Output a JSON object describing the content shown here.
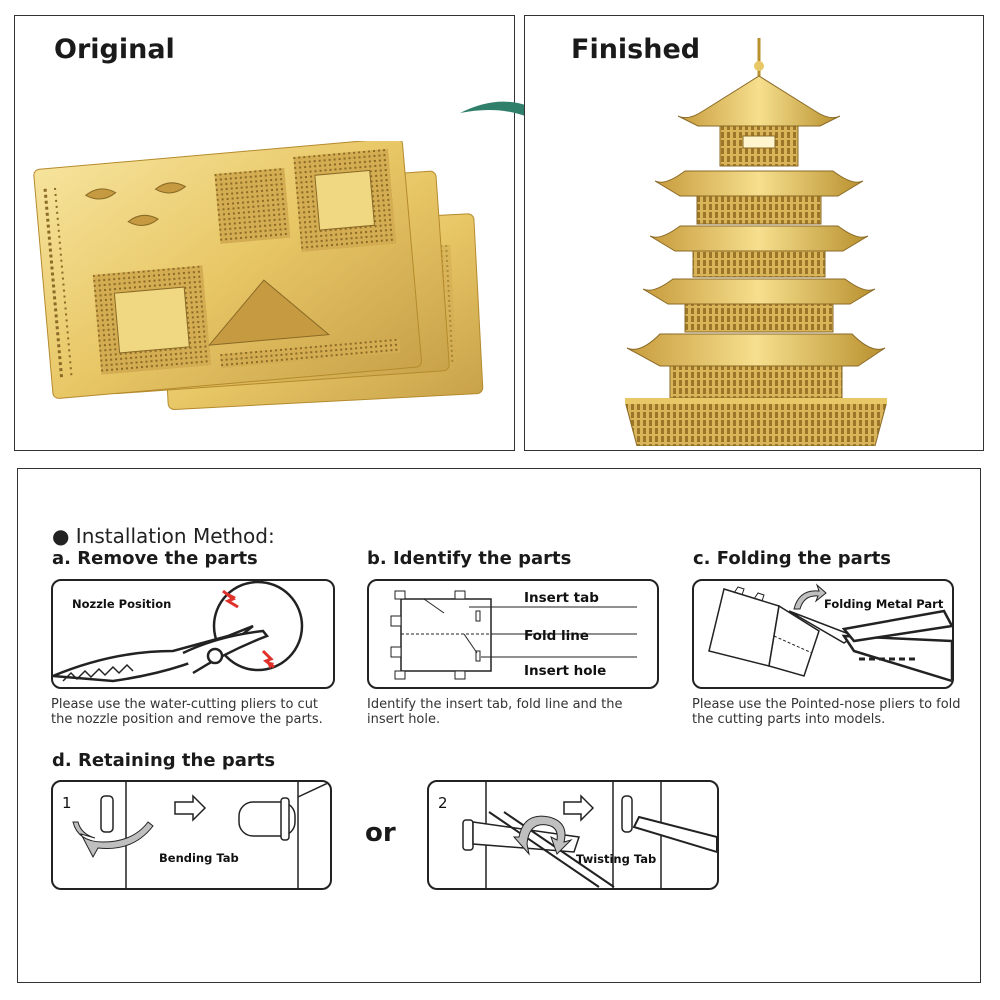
{
  "top": {
    "original_title": "Original",
    "finished_title": "Finished"
  },
  "install": {
    "method_title": "● Installation Method:",
    "step_a": {
      "heading": "a. Remove the parts",
      "label": "Nozzle Position",
      "caption": "Please use the water-cutting pliers to cut the nozzle position and remove the parts."
    },
    "step_b": {
      "heading": "b. Identify the parts",
      "label_tab": "Insert tab",
      "label_fold": "Fold line",
      "label_hole": "Insert hole",
      "caption": "Identify the insert tab, fold line and the insert hole."
    },
    "step_c": {
      "heading": "c. Folding the parts",
      "label": "Folding Metal Part",
      "caption": "Please use the Pointed-nose pliers to fold the cutting parts into models."
    },
    "step_d": {
      "heading": "d. Retaining the parts",
      "num_1": "1",
      "label_1": "Bending Tab",
      "or_text": "or",
      "num_2": "2",
      "label_2": "Twisting Tab"
    }
  },
  "colors": {
    "gold": "#e8c766",
    "gold_dark": "#b8902e",
    "arrow_green": "#2f7f6a",
    "red_mark": "#e0302a"
  }
}
